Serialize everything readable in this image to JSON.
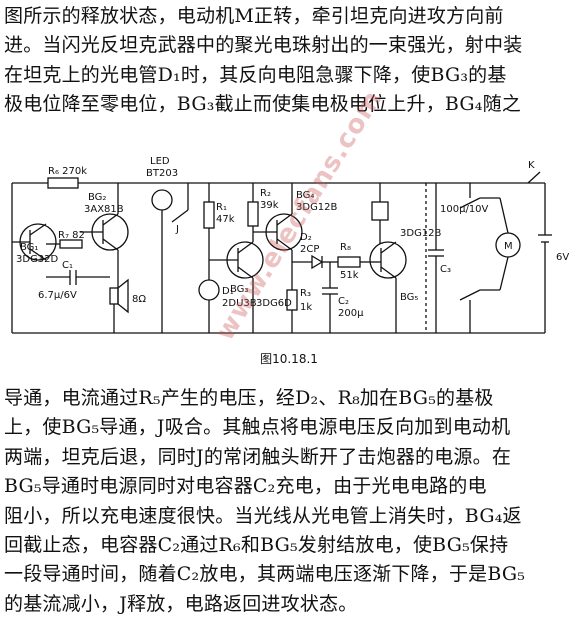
{
  "paragraph_top": [
    "图所示的释放状态，电动机M正转，牵引坦克向进攻方向前",
    "进。当闪光反坦克武器中的聚光电珠射出的一束强光，射中装",
    "在坦克上的光电管D₁时，其反向电阻急骤下降，使BG₃的基",
    "极电位降至零电位，BG₃截止而使集电极电位上升，BG₄随之"
  ],
  "figure": {
    "caption": "图10.18.1",
    "labels": {
      "r6": "R₆ 270k",
      "bg2": "BG₂",
      "bg2_type": "3AX81B",
      "bg1": "BG₁",
      "bg1_type": "3DG32D",
      "r7": "R₇ 82",
      "c1": "C₁",
      "c1_val": "6.7μ/6V",
      "spk": "8Ω",
      "led": "LED",
      "led_type": "BT203",
      "j": "J",
      "r1": "R₁",
      "r1_val": "47k",
      "r2": "R₂",
      "r2_val": "39k",
      "d1": "D₁",
      "d1_type": "2DU3B",
      "bg3": "BG₃",
      "bg3_type": "3DG6D",
      "bg4": "BG₄",
      "bg4_type": "3DG12B",
      "d2": "D₂",
      "d2_type": "2CP",
      "r8": "R₈",
      "r8_val": "51k",
      "r3": "R₃",
      "r3_val": "1k",
      "c2": "C₂",
      "c2_val": "200μ",
      "bg5": "BG₅",
      "bg5_type": "3DG12B",
      "c3": "C₃",
      "c3_val": "100μ/10V",
      "motor": "M",
      "k": "K",
      "bat": "6V"
    },
    "watermark": "www.elecfans.com"
  },
  "paragraph_bottom": [
    "导通，电流通过R₅产生的电压，经D₂、R₈加在BG₅的基极",
    "上，使BG₅导通，J吸合。其触点将电源电压反向加到电动机",
    "两端，坦克后退，同时J的常闭触头断开了击炮器的电源。在",
    "BG₅导通时电源同时对电容器C₂充电，由于光电电路的电",
    "阻小，所以充电速度很快。当光线从光电管上消失时，BG₄返",
    "回截止态，电容器C₂通过R₆和BG₅发射结放电，使BG₅保持",
    "一段导通时间，随着C₂放电，其两端电压逐渐下降，于是BG₅",
    "的基流减小，J释放，电路返回进攻状态。"
  ]
}
